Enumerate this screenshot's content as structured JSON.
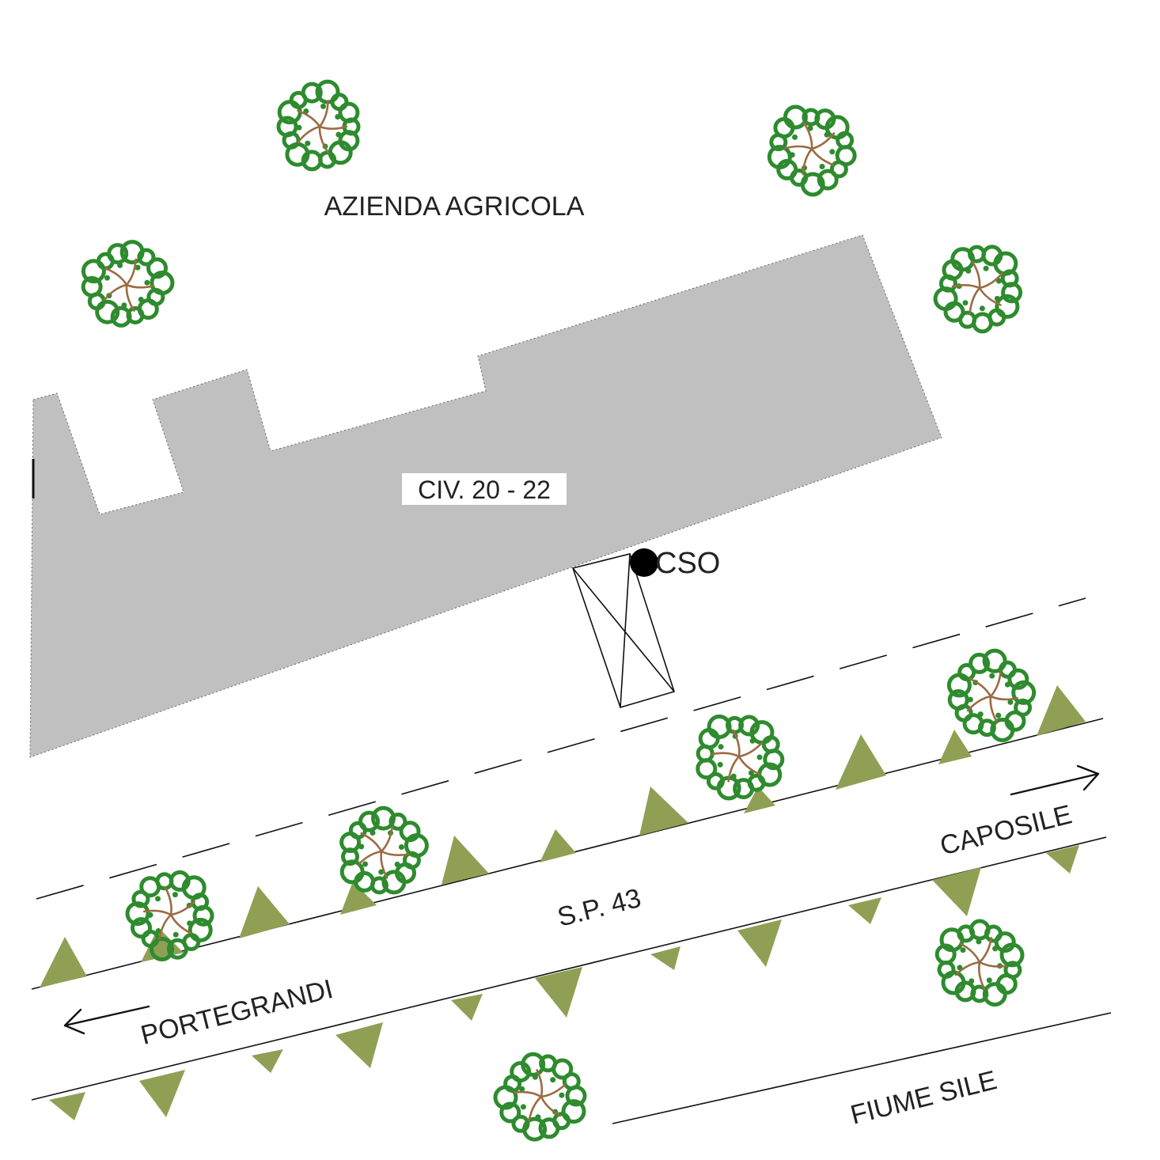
{
  "labels": {
    "farm": "AZIENDA AGRICOLA",
    "civic": "CIV. 20 - 22",
    "cso": "CSO",
    "road": "S.P. 43",
    "dir_east": "CAPOSILE",
    "dir_west": "PORTEGRANDI",
    "river": "FIUME SILE"
  },
  "colors": {
    "building": "#c0c0c0",
    "hedge": "#8fa055",
    "canopy": "#2e8b2e",
    "trunk": "#9b6b43",
    "line": "#111111"
  },
  "icons": {
    "tree": "tree-icon",
    "hedge": "hedge-triangle-icon",
    "cso": "cso-point-icon",
    "arrow": "direction-arrow-icon"
  }
}
